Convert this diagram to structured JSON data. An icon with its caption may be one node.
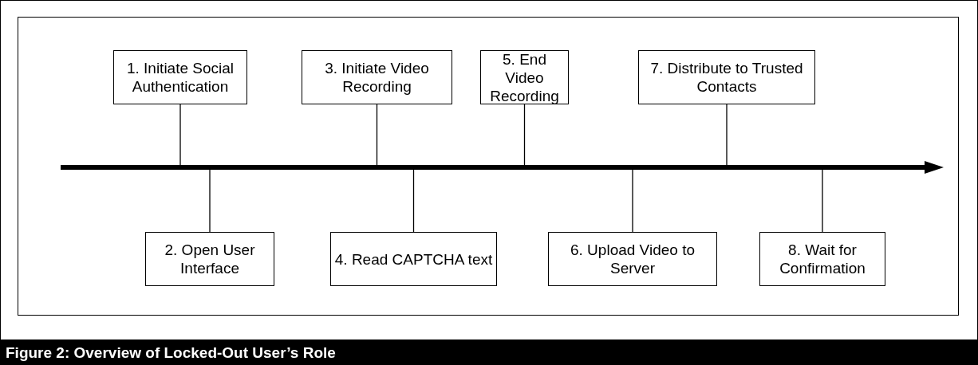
{
  "diagram": {
    "caption": "Figure 2: Overview of Locked-Out User’s Role",
    "nodes": [
      {
        "text": [
          "1. Initiate Social Authentication"
        ]
      },
      {
        "text": [
          "2. Open User Interface"
        ]
      },
      {
        "text": [
          "3. Initiate Video Recording"
        ]
      },
      {
        "text": [
          "4. Read CAPTCHA text"
        ]
      },
      {
        "text": [
          "5. End Video Recording"
        ]
      },
      {
        "text": [
          "6. Upload Video to Server"
        ]
      },
      {
        "text": [
          "7. Distribute to Trusted Contacts"
        ]
      },
      {
        "text": [
          "8. Wait for Confirmation"
        ]
      },
      {
        "text": [],
        "shape": "arrow"
      }
    ],
    "edges": [
      {
        "from": 0,
        "to": 8,
        "arrow": "none"
      },
      {
        "from": 1,
        "to": 8,
        "arrow": "none"
      },
      {
        "from": 2,
        "to": 8,
        "arrow": "none"
      },
      {
        "from": 3,
        "to": 8,
        "arrow": "none"
      },
      {
        "from": 4,
        "to": 8,
        "arrow": "none"
      },
      {
        "from": 5,
        "to": 8,
        "arrow": "none"
      },
      {
        "from": 6,
        "to": 8,
        "arrow": "none"
      },
      {
        "from": 7,
        "to": 8,
        "arrow": "none"
      }
    ]
  }
}
